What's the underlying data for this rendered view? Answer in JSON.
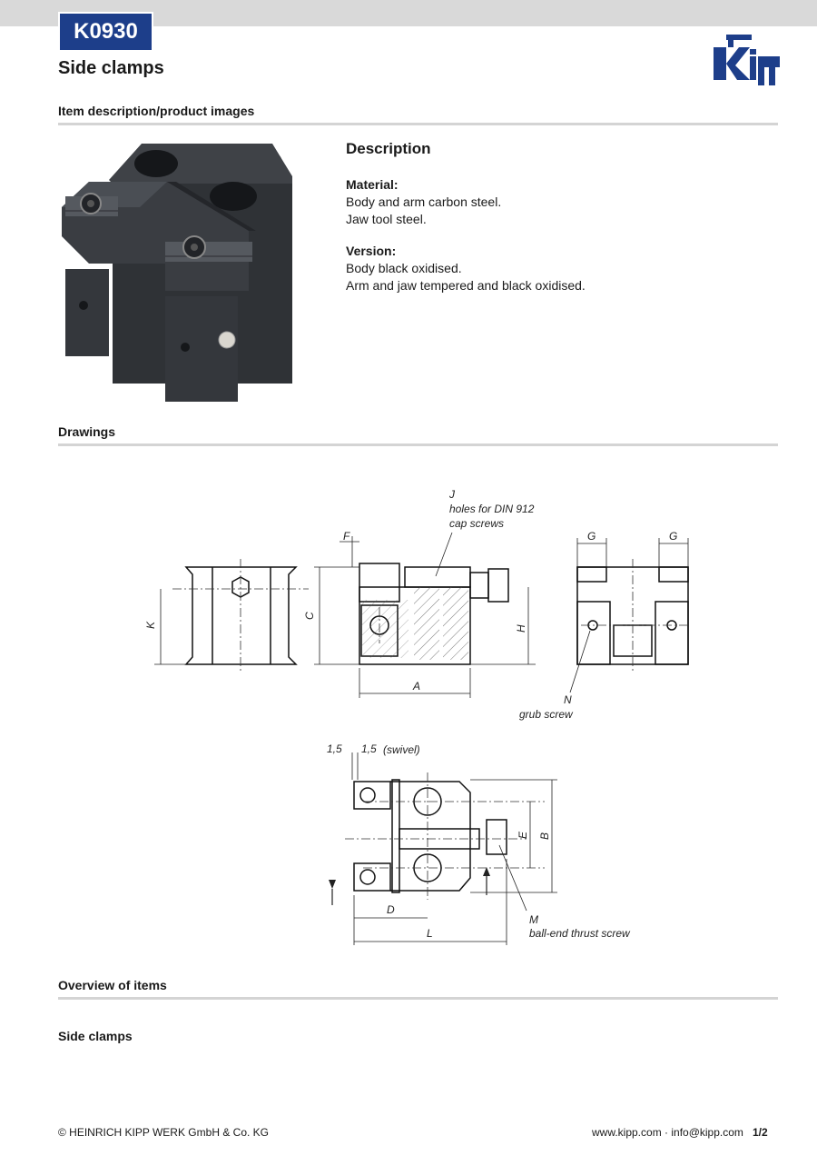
{
  "header": {
    "item_code": "K0930",
    "title": "Side clamps",
    "logo_text": "Kipp"
  },
  "sections": {
    "item_description": "Item description/product images",
    "drawings": "Drawings",
    "overview": "Overview of items",
    "side_clamps": "Side clamps"
  },
  "description": {
    "title": "Description",
    "material_label": "Material:",
    "material_lines": [
      "Body and arm carbon steel.",
      "Jaw tool steel."
    ],
    "version_label": "Version:",
    "version_lines": [
      "Body black oxidised.",
      "Arm and jaw tempered and black oxidised."
    ]
  },
  "drawing_labels": {
    "J": "J",
    "J_desc1": "holes for DIN 912",
    "J_desc2": "cap screws",
    "F": "F",
    "G": "G",
    "K": "K",
    "C": "C",
    "H": "H",
    "A": "A",
    "N": "N",
    "N_desc": "grub screw",
    "dim_15a": "1,5",
    "dim_15b": "1,5",
    "swivel": "(swivel)",
    "E": "E",
    "B": "B",
    "D": "D",
    "L": "L",
    "M": "M",
    "M_desc": "ball-end thrust screw"
  },
  "footer": {
    "copyright": "© HEINRICH KIPP WERK GmbH & Co. KG",
    "contact": "www.kipp.com · info@kipp.com",
    "page": "1/2"
  },
  "colors": {
    "badge": "#1d3e8a",
    "rule": "#d4d4d4",
    "topbar": "#d9d9d9"
  }
}
